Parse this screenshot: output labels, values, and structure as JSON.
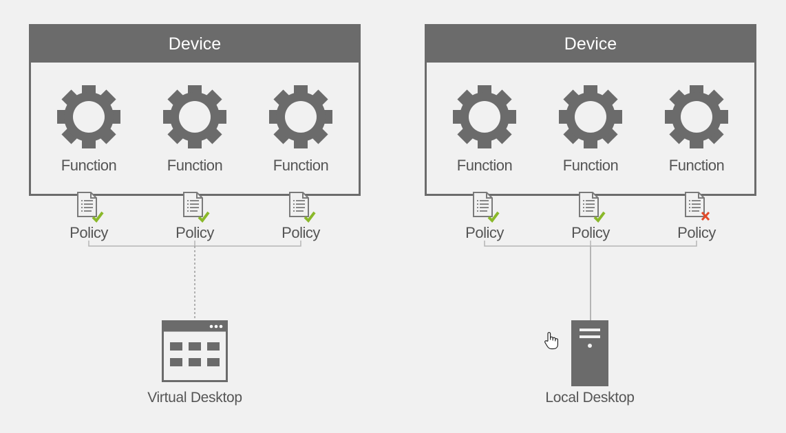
{
  "left_panel": {
    "device_title": "Device",
    "functions": [
      "Function",
      "Function",
      "Function"
    ],
    "policies": [
      {
        "label": "Policy",
        "status": "allowed"
      },
      {
        "label": "Policy",
        "status": "allowed"
      },
      {
        "label": "Policy",
        "status": "allowed"
      }
    ],
    "endpoint_label": "Virtual Desktop",
    "endpoint_icon": "virtual-desktop-icon"
  },
  "right_panel": {
    "device_title": "Device",
    "functions": [
      "Function",
      "Function",
      "Function"
    ],
    "policies": [
      {
        "label": "Policy",
        "status": "allowed"
      },
      {
        "label": "Policy",
        "status": "allowed"
      },
      {
        "label": "Policy",
        "status": "denied"
      }
    ],
    "endpoint_label": "Local Desktop",
    "endpoint_icon": "tower-computer-icon"
  },
  "colors": {
    "frame": "#6b6b6b",
    "text": "#555555",
    "check": "#8ab82a",
    "cross": "#e24a2a",
    "connector": "#b5b5b5"
  },
  "cursor_icon": "hand-pointer-icon"
}
